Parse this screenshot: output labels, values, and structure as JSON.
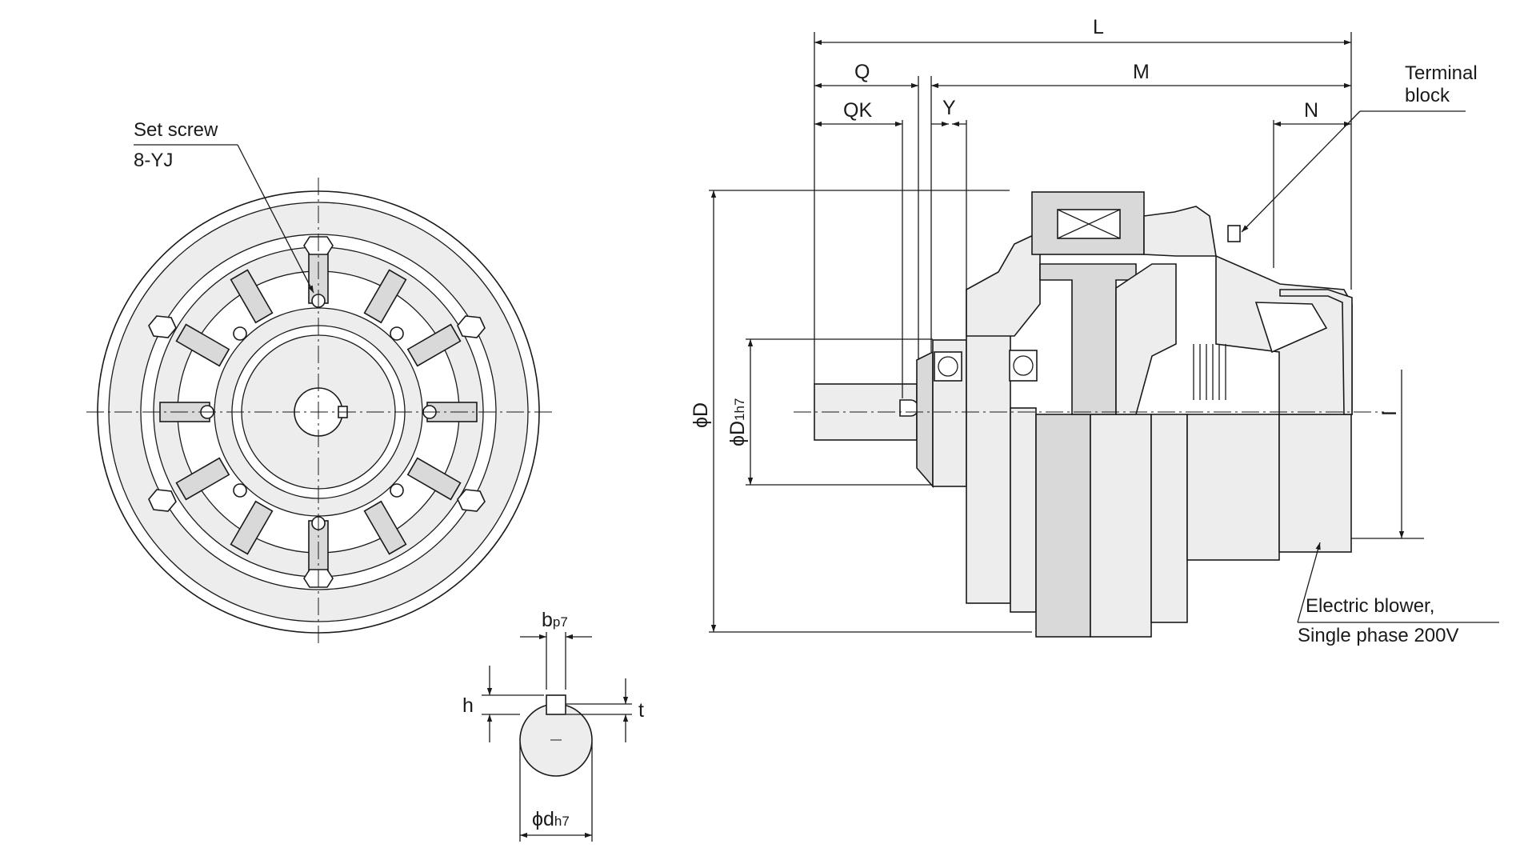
{
  "dimensions": {
    "L": "L",
    "M": "M",
    "Q": "Q",
    "QK": "QK",
    "Y": "Y",
    "N": "N",
    "I": "I",
    "phiD": "ϕD",
    "phiD1_base": "ϕD",
    "phiD1_sub": "1h7",
    "b_base": "b",
    "b_sub": "p7",
    "h": "h",
    "t": "t",
    "d_base": "ϕd",
    "d_sub": "h7"
  },
  "annotations": {
    "set_screw_line1": "Set screw",
    "set_screw_line2": "8-YJ",
    "terminal_line1": "Terminal",
    "terminal_line2": "block",
    "blower_line1": "Electric blower,",
    "blower_line2": "Single phase 200V"
  }
}
